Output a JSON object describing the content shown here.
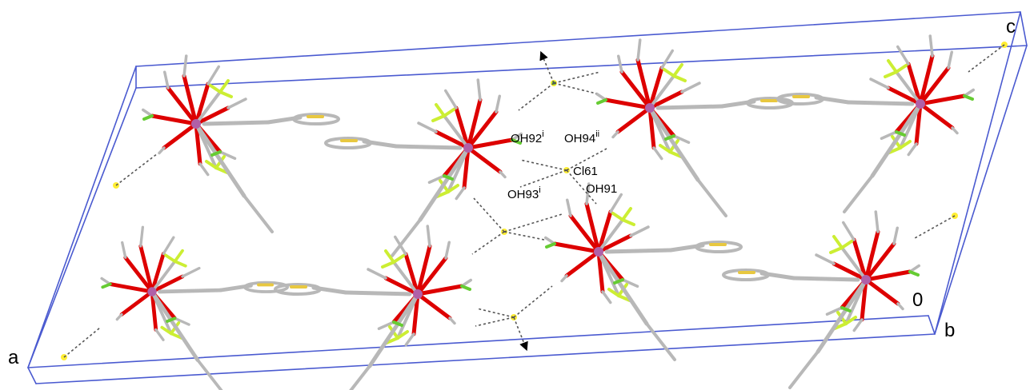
{
  "labels": {
    "oh92": {
      "base": "OH92",
      "sup": "i"
    },
    "oh94": {
      "base": "OH94",
      "sup": "ii"
    },
    "cl61": "Cl61",
    "oh93": {
      "base": "OH93",
      "sup": "i"
    },
    "oh91": "OH91"
  },
  "axes": {
    "a": "a",
    "b": "b",
    "c": "c",
    "origin": "0"
  },
  "colors": {
    "cell": "#4a5ad0",
    "metal": "#b060a8",
    "oxygen": "#dd0000",
    "carbon": "#b8b8b8",
    "sulfur": "#e8c840",
    "fluorine": "#ccee33",
    "hydrogen": "#66cc33",
    "chloride": "#ffee33",
    "hbond": "#555555"
  }
}
